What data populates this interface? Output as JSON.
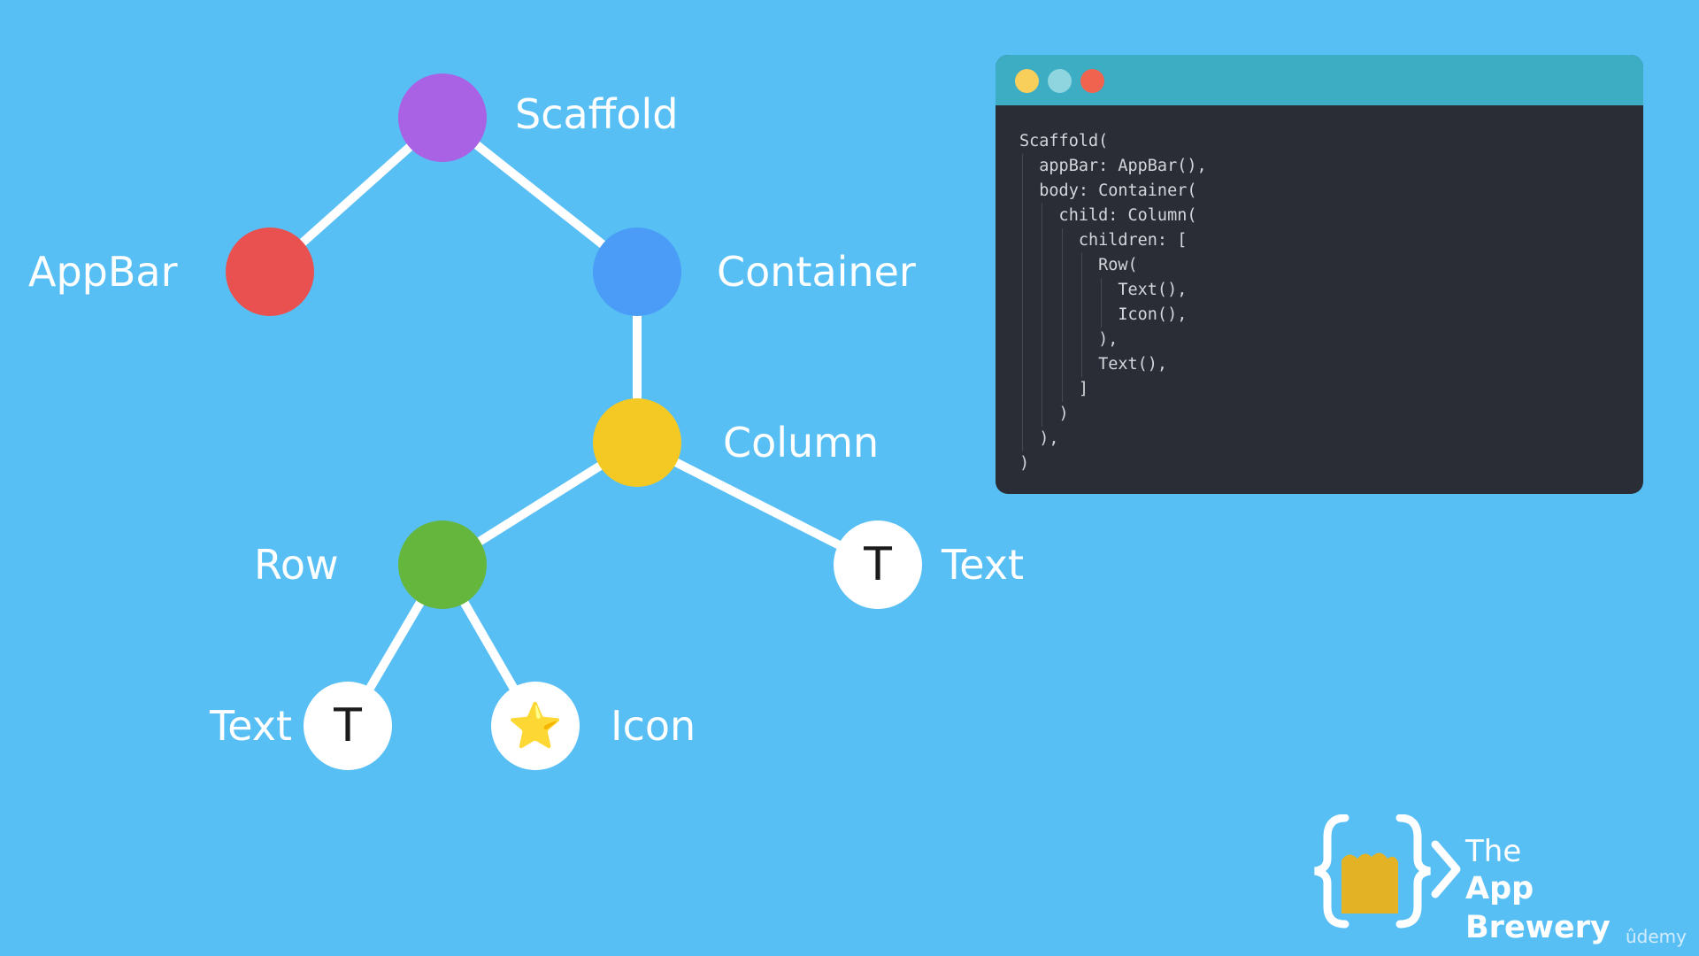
{
  "tree": {
    "nodes": [
      {
        "id": "scaffold",
        "label": "Scaffold",
        "color": "#a862e3",
        "glyph": ""
      },
      {
        "id": "appbar",
        "label": "AppBar",
        "color": "#e95150",
        "glyph": ""
      },
      {
        "id": "container",
        "label": "Container",
        "color": "#4a9cf6",
        "glyph": ""
      },
      {
        "id": "column",
        "label": "Column",
        "color": "#f5c924",
        "glyph": ""
      },
      {
        "id": "row",
        "label": "Row",
        "color": "#65b63d",
        "glyph": ""
      },
      {
        "id": "text-right",
        "label": "Text",
        "color": "#ffffff",
        "glyph": "T"
      },
      {
        "id": "text-left",
        "label": "Text",
        "color": "#ffffff",
        "glyph": "T"
      },
      {
        "id": "icon",
        "label": "Icon",
        "color": "#ffffff",
        "glyph": "⭐"
      }
    ],
    "edges": [
      [
        "scaffold",
        "appbar"
      ],
      [
        "scaffold",
        "container"
      ],
      [
        "container",
        "column"
      ],
      [
        "column",
        "row"
      ],
      [
        "column",
        "text-right"
      ],
      [
        "row",
        "text-left"
      ],
      [
        "row",
        "icon"
      ]
    ],
    "edge_color": "#ffffff"
  },
  "code_window": {
    "dots": [
      "#f9cf5c",
      "#8fd5df",
      "#f0644f"
    ],
    "lines": [
      "Scaffold(",
      "  appBar: AppBar(),",
      "  body: Container(",
      "    child: Column(",
      "      children: [",
      "        Row(",
      "          Text(),",
      "          Icon(),",
      "        ),",
      "        Text(),",
      "      ]",
      "    )",
      "  ),",
      ")"
    ]
  },
  "brand": {
    "line1": "The",
    "line2": "App Brewery",
    "accent": "#e4b325"
  },
  "watermark": "ûdemy"
}
